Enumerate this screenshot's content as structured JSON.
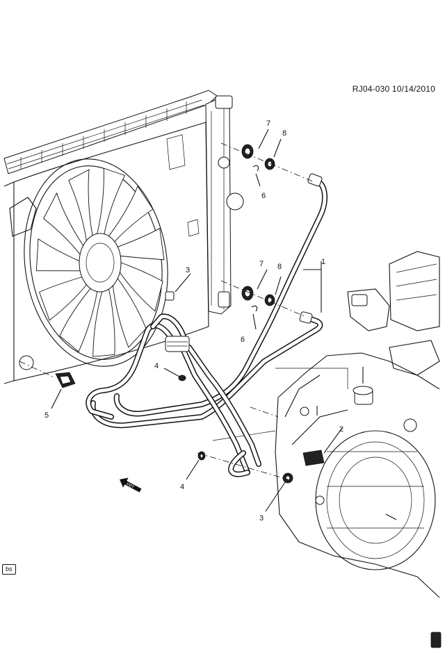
{
  "header": {
    "reference": "RJ04-030 10/14/2010"
  },
  "footer": {
    "tag": "bs"
  },
  "callouts": [
    {
      "id": "c1",
      "text": "1"
    },
    {
      "id": "c2",
      "text": "2"
    },
    {
      "id": "c3a",
      "text": "3"
    },
    {
      "id": "c3b",
      "text": "3"
    },
    {
      "id": "c4a",
      "text": "4"
    },
    {
      "id": "c4b",
      "text": "4"
    },
    {
      "id": "c5",
      "text": "5"
    },
    {
      "id": "c6a",
      "text": "6"
    },
    {
      "id": "c6b",
      "text": "6"
    },
    {
      "id": "c7a",
      "text": "7"
    },
    {
      "id": "c7b",
      "text": "7"
    },
    {
      "id": "c8a",
      "text": "8"
    },
    {
      "id": "c8b",
      "text": "8"
    }
  ],
  "direction_arrow": {
    "label": "FRT"
  }
}
